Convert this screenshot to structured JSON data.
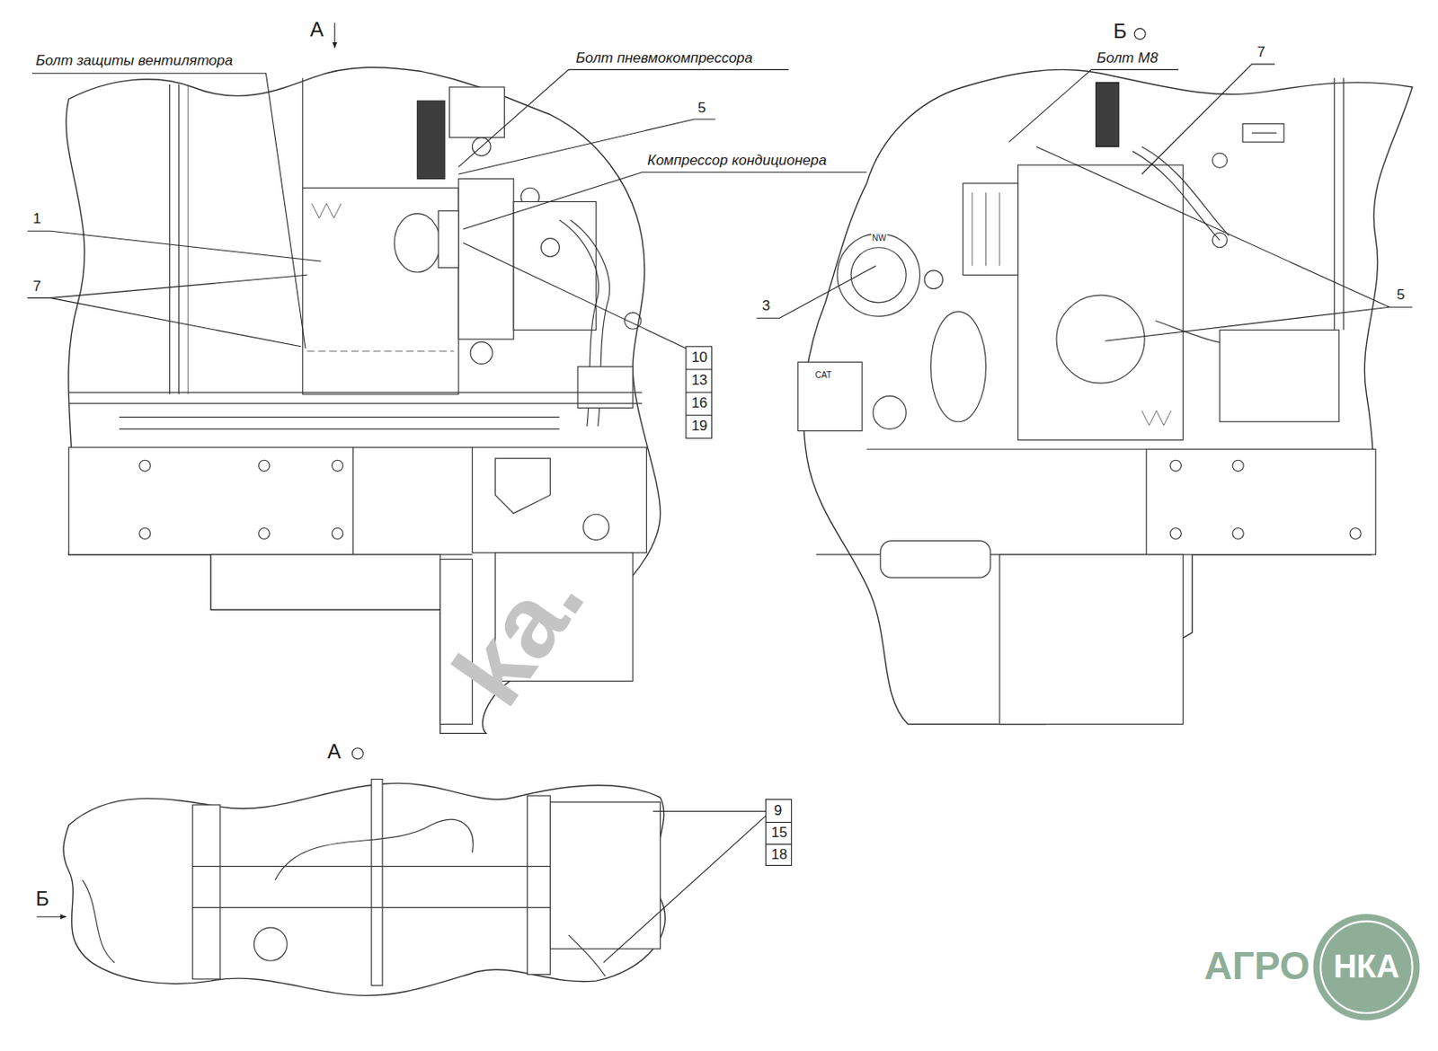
{
  "diagram": {
    "labels": [
      "А",
      "Болт защиты вентилятора",
      "Болт пневмокомпрессора",
      "5",
      "Компрессор кондиционера",
      "1",
      "7",
      "10",
      "13",
      "16",
      "19",
      "Б",
      "Болт М8",
      "7",
      "3",
      "5",
      "NW",
      "CAT",
      "А",
      "9",
      "15",
      "18",
      "Б",
      "ka.",
      "АГРО",
      "НКА"
    ]
  }
}
